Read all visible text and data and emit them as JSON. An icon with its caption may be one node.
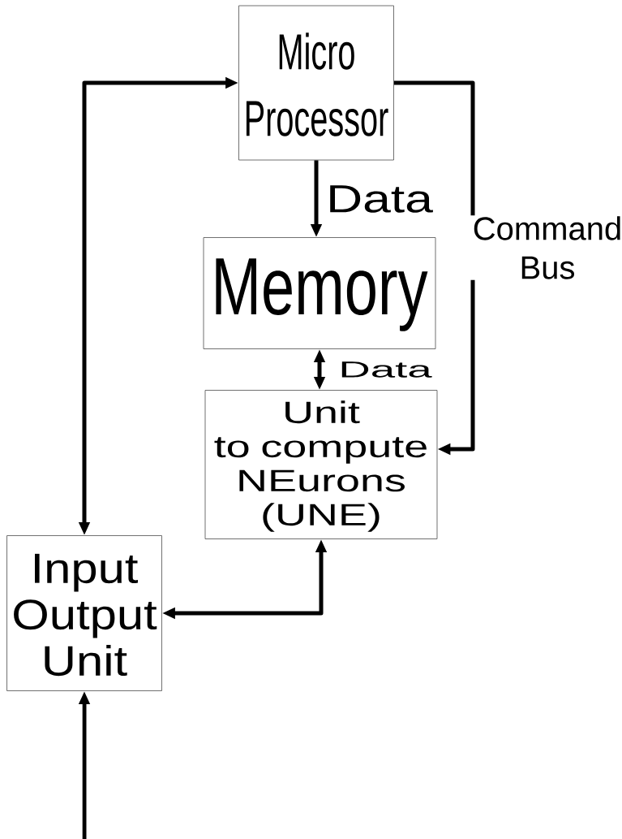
{
  "diagram": {
    "nodes": [
      {
        "text": [
          "Micro Processor"
        ]
      },
      {
        "text": [
          "Memory"
        ]
      },
      {
        "text": [
          "Unit to compute NEurons (UNE)"
        ]
      },
      {
        "text": [
          "Input Output Unit"
        ]
      }
    ],
    "edges": [
      {
        "from": 0,
        "to": 1,
        "arrow": "to",
        "label": "Data"
      },
      {
        "from": 1,
        "to": 2,
        "arrow": "both",
        "label": "Data"
      },
      {
        "from": 0,
        "to": 2,
        "arrow": "to",
        "label": "Command Bus"
      },
      {
        "from": 0,
        "to": 3,
        "arrow": "both"
      },
      {
        "from": 2,
        "to": 3,
        "arrow": "both"
      },
      {
        "from": null,
        "to": 3,
        "arrow": "to"
      }
    ]
  }
}
